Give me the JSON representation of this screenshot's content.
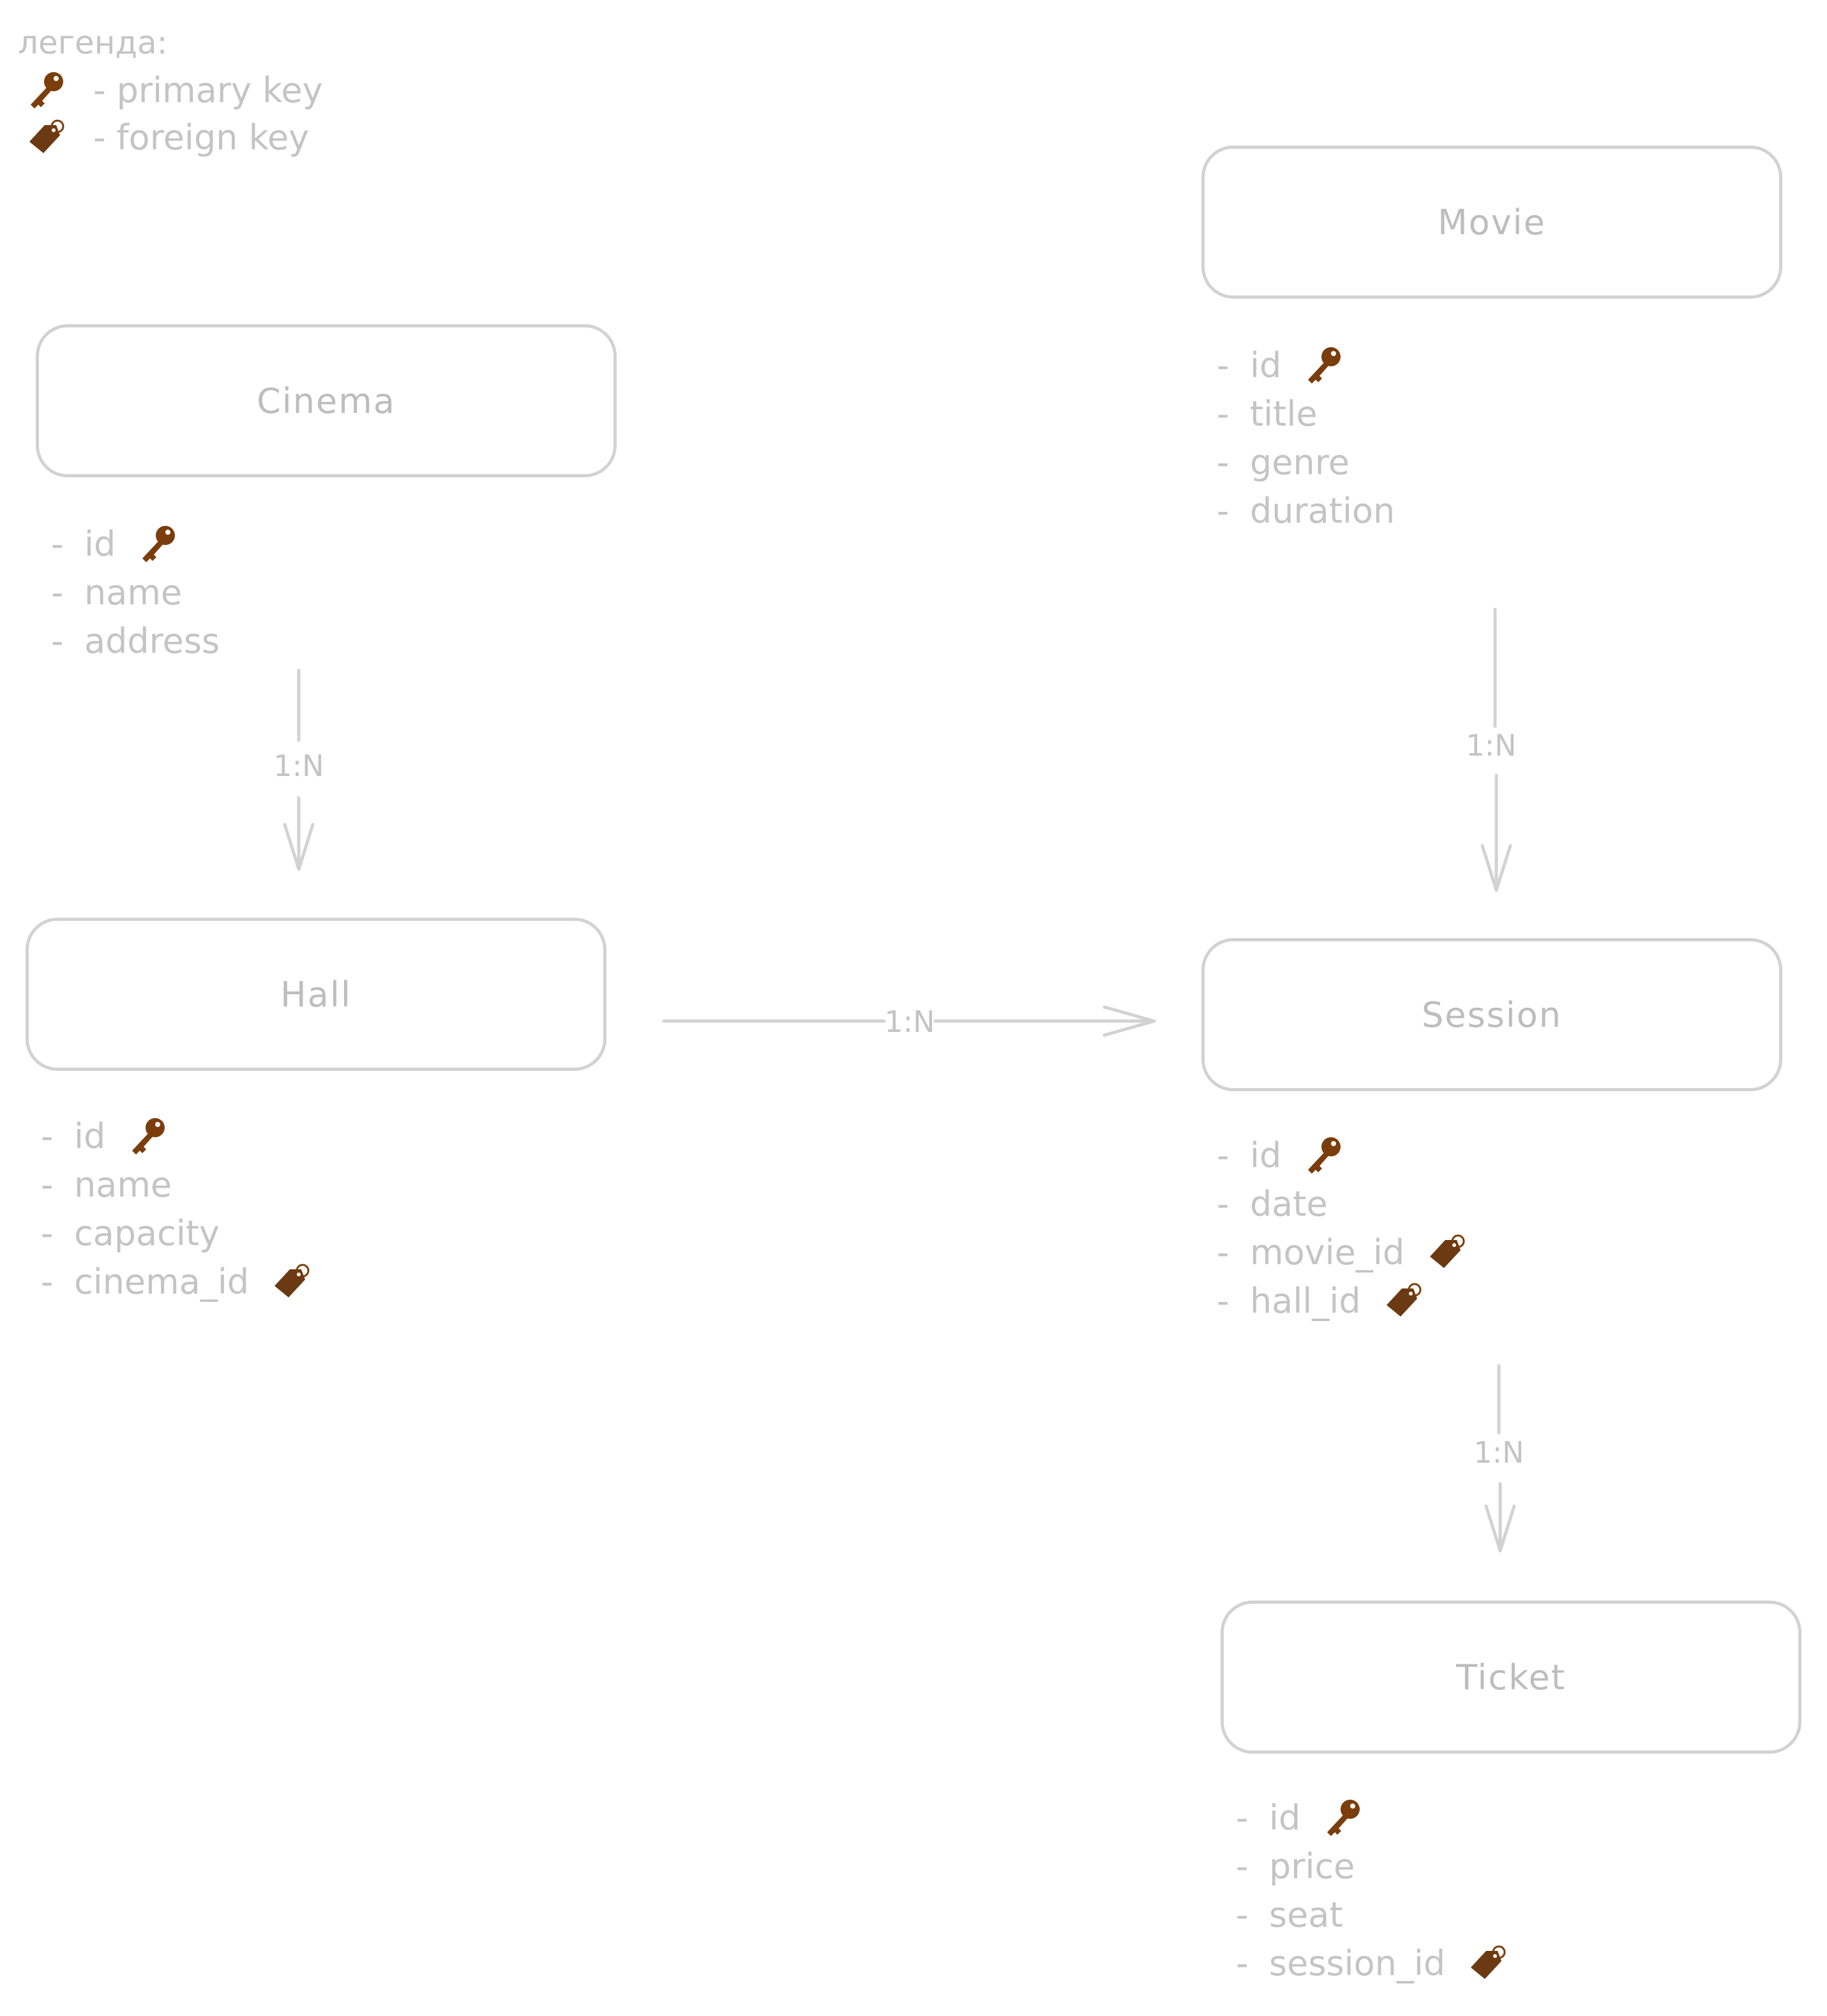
{
  "legend": {
    "title": "легенда:",
    "items": [
      {
        "icon": "key-icon",
        "text": "- primary key"
      },
      {
        "icon": "tag-icon",
        "text": "- foreign key"
      }
    ]
  },
  "colors": {
    "key": "#7a3d0b",
    "line": "#d2d2d2",
    "text": "#c4c4c4"
  },
  "entities": {
    "cinema": {
      "title": "Cinema",
      "fields": [
        {
          "name": "id",
          "key": "primary"
        },
        {
          "name": "name"
        },
        {
          "name": "address"
        }
      ]
    },
    "hall": {
      "title": "Hall",
      "fields": [
        {
          "name": "id",
          "key": "primary"
        },
        {
          "name": "name"
        },
        {
          "name": "capacity"
        },
        {
          "name": "cinema_id",
          "key": "foreign"
        }
      ]
    },
    "movie": {
      "title": "Movie",
      "fields": [
        {
          "name": "id",
          "key": "primary"
        },
        {
          "name": "title"
        },
        {
          "name": "genre"
        },
        {
          "name": "duration"
        }
      ]
    },
    "session": {
      "title": "Session",
      "fields": [
        {
          "name": "id",
          "key": "primary"
        },
        {
          "name": "date"
        },
        {
          "name": "movie_id",
          "key": "foreign"
        },
        {
          "name": "hall_id",
          "key": "foreign"
        }
      ]
    },
    "ticket": {
      "title": "Ticket",
      "fields": [
        {
          "name": "id",
          "key": "primary"
        },
        {
          "name": "price"
        },
        {
          "name": "seat"
        },
        {
          "name": "session_id",
          "key": "foreign"
        }
      ]
    }
  },
  "relations": [
    {
      "from": "Cinema",
      "to": "Hall",
      "label": "1:N"
    },
    {
      "from": "Movie",
      "to": "Session",
      "label": "1:N"
    },
    {
      "from": "Hall",
      "to": "Session",
      "label": "1:N"
    },
    {
      "from": "Session",
      "to": "Ticket",
      "label": "1:N"
    }
  ]
}
